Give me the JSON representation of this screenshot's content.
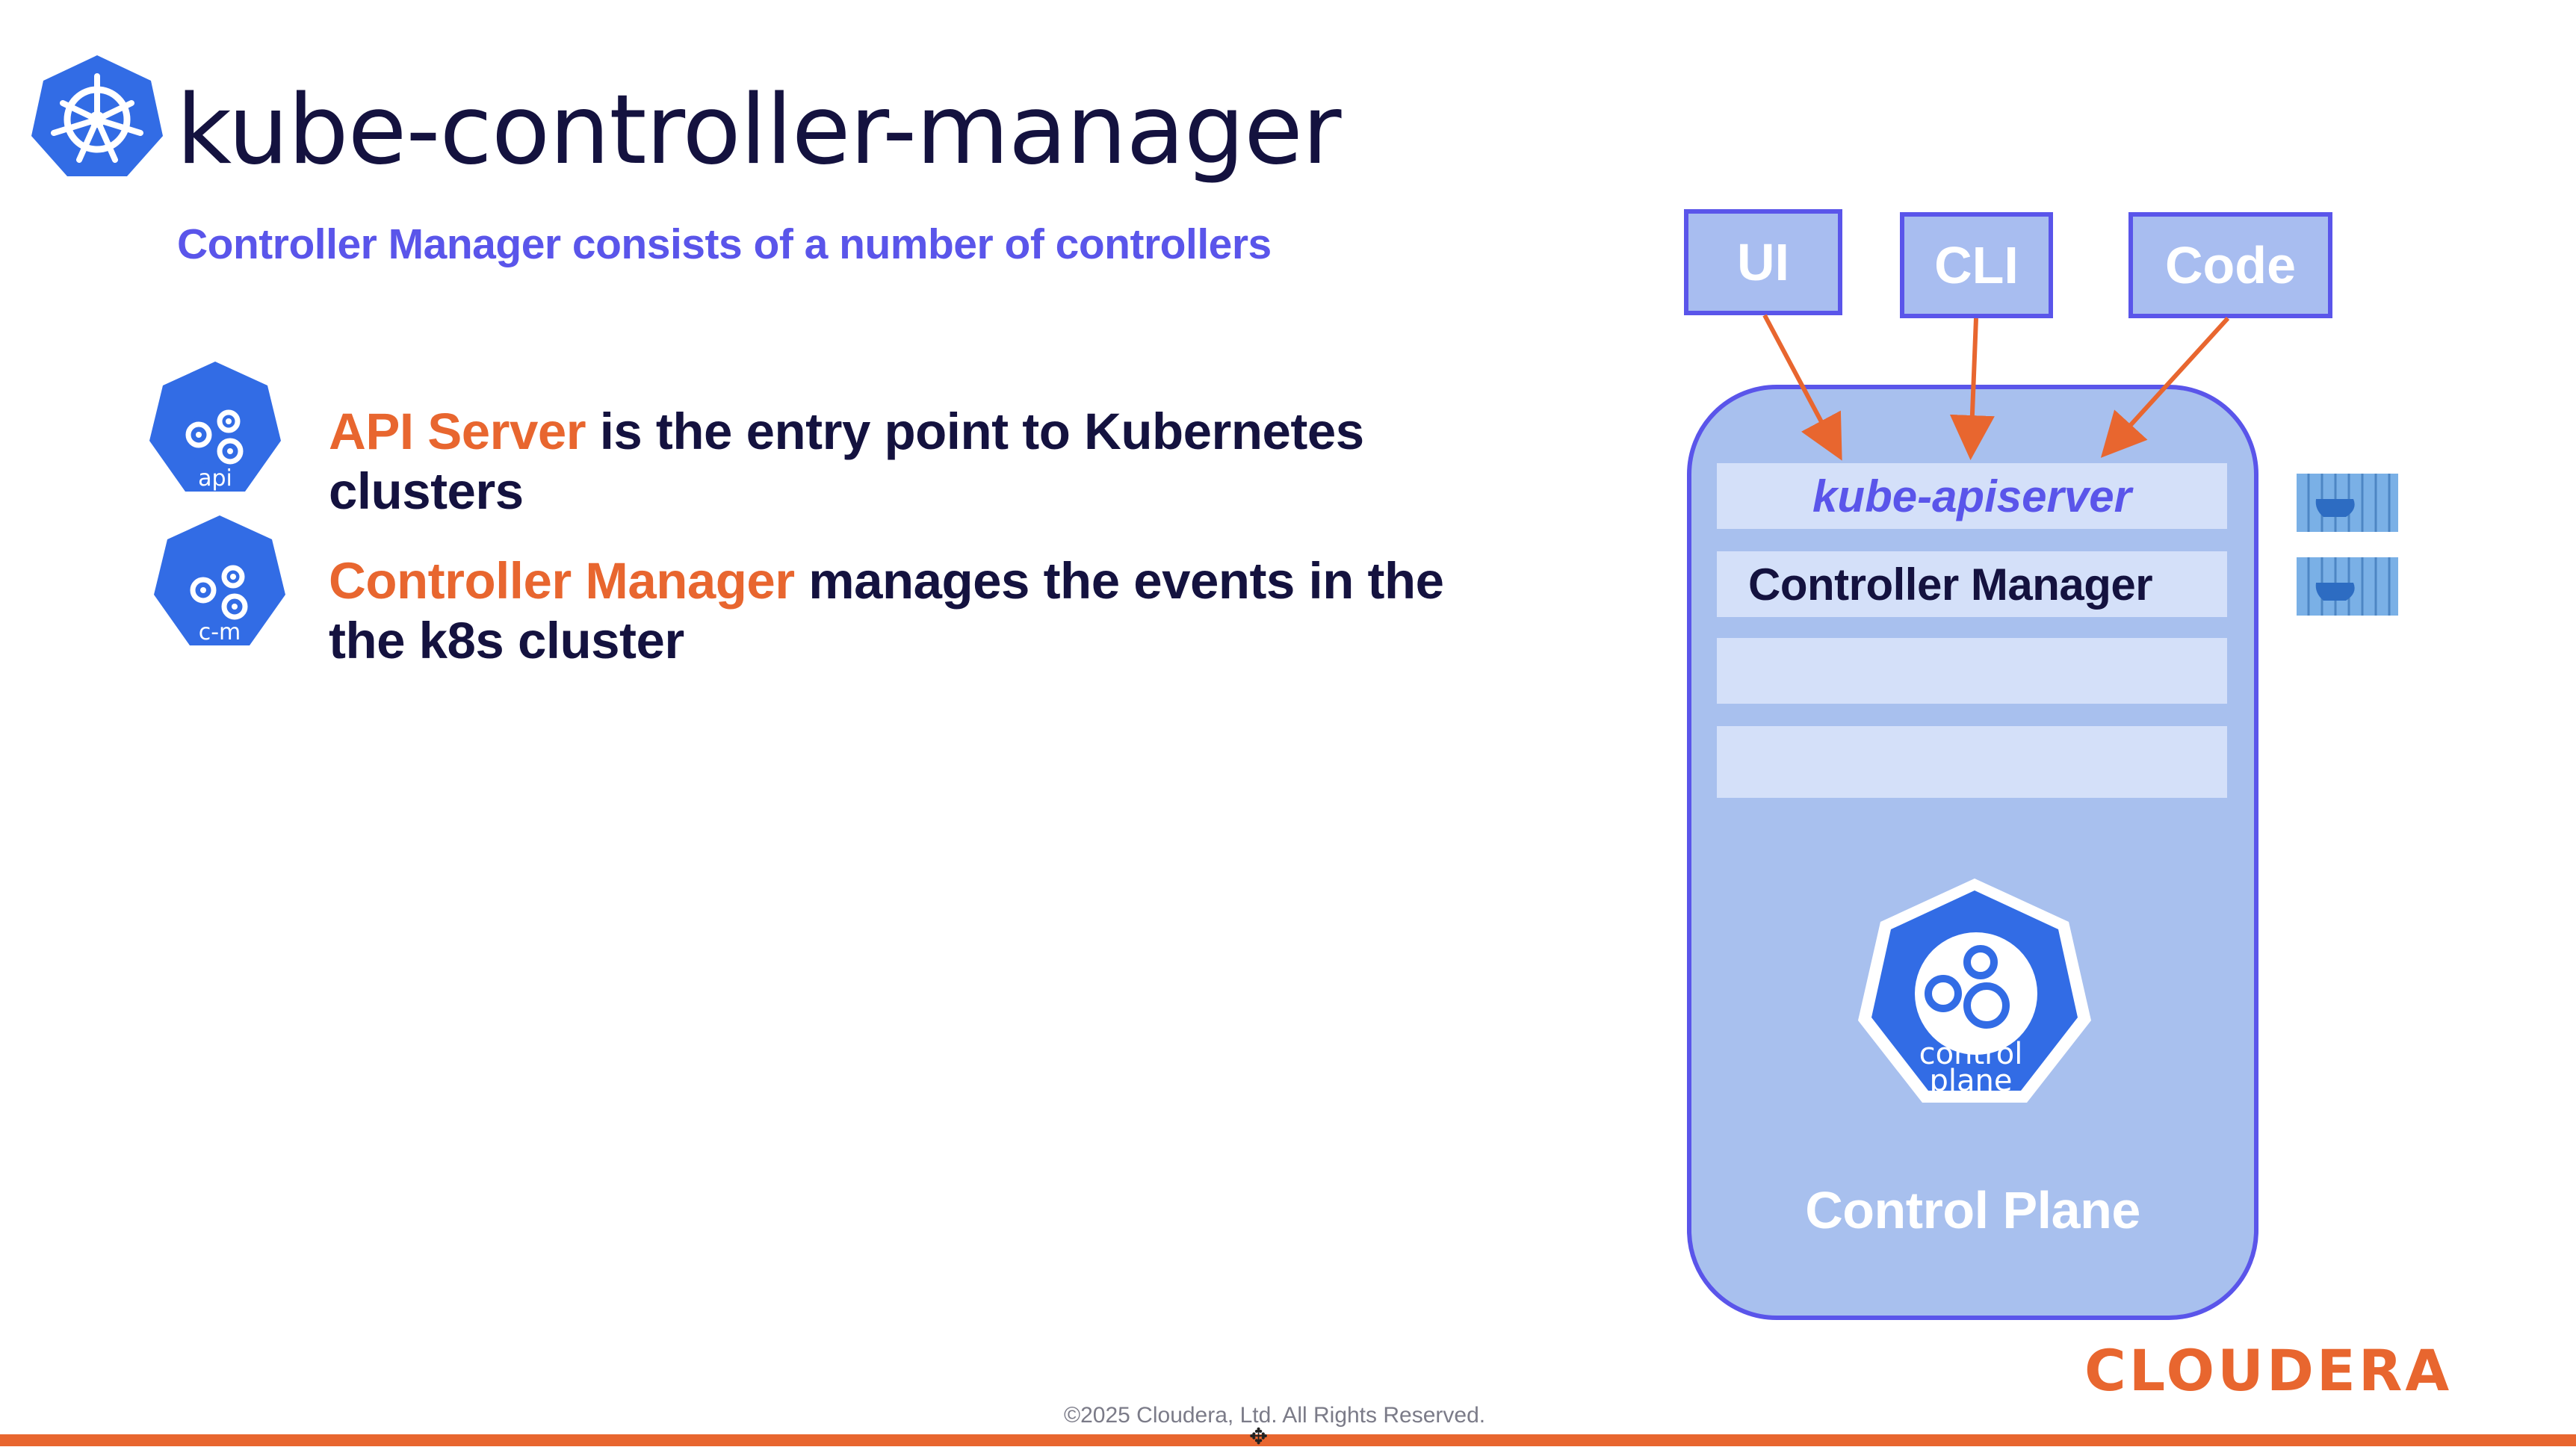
{
  "slide": {
    "title": "kube-controller-manager",
    "subtitle": "Controller Manager consists of a number of controllers"
  },
  "bullets": [
    {
      "icon_name": "api-gears-icon",
      "icon_label": "api",
      "highlight": "API Server",
      "text": " is the entry point to Kubernetes clusters"
    },
    {
      "icon_name": "controller-manager-gears-icon",
      "icon_label": "c-m",
      "highlight": "Controller Manager",
      "text": " manages the events in the the k8s cluster"
    }
  ],
  "diagram": {
    "clients": [
      "UI",
      "CLI",
      "Code"
    ],
    "components": [
      "kube-apiserver",
      "Controller Manager"
    ],
    "control_plane_icon_label": [
      "control",
      "plane"
    ],
    "control_plane_label": "Control Plane",
    "container_icon_name": "docker-container-icon"
  },
  "footer": {
    "brand": "CLOUDERA",
    "copyright": "©2025 Cloudera, Ltd. All Rights Reserved."
  },
  "colors": {
    "title": "#14123f",
    "accent_purple": "#5a55ea",
    "accent_orange": "#e8662f",
    "k8s_blue": "#326ce5",
    "diagram_fill": "#a8c0ee"
  }
}
